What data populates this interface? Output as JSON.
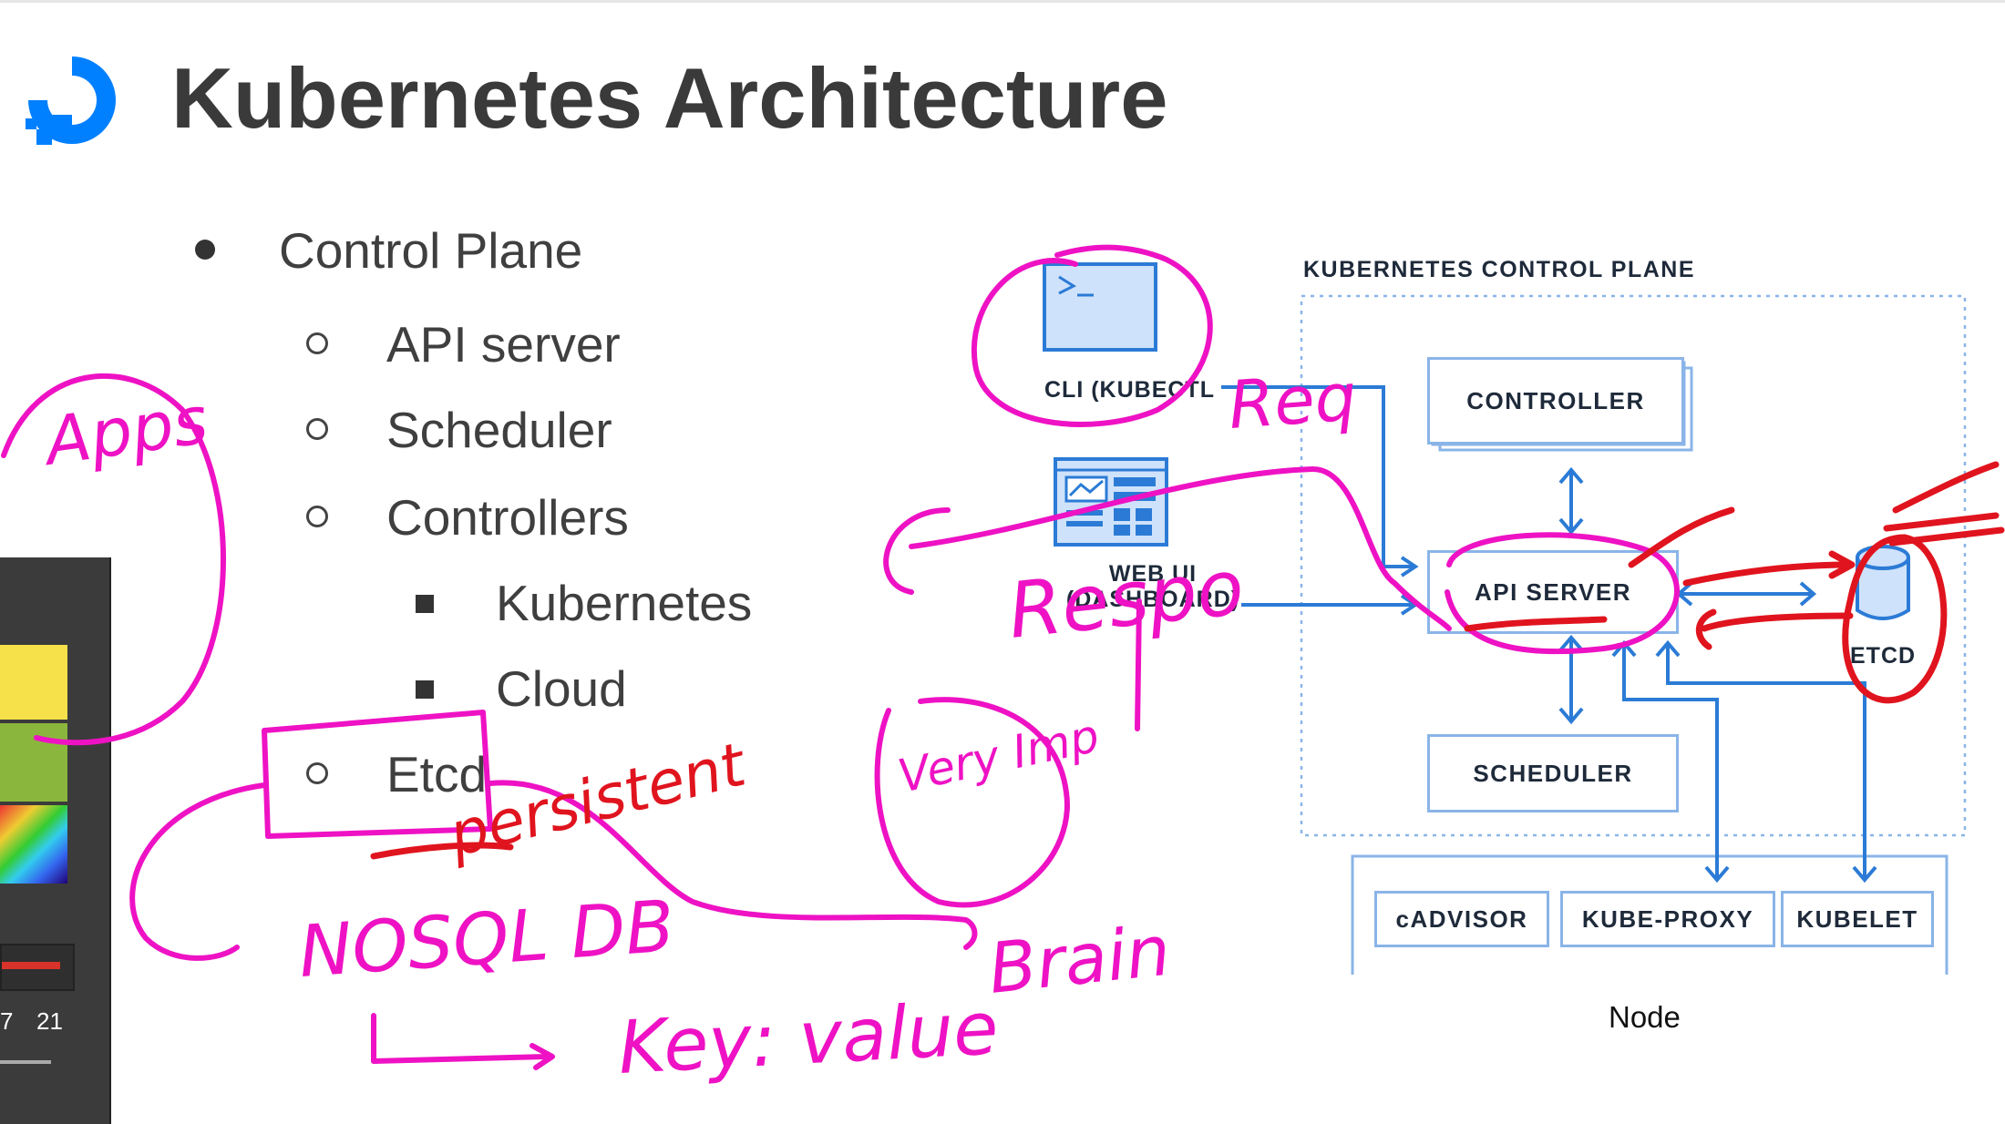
{
  "slide": {
    "title": "Kubernetes Architecture"
  },
  "outline": {
    "control_plane": "Control Plane",
    "api_server": "API server",
    "scheduler": "Scheduler",
    "controllers": "Controllers",
    "kubernetes": "Kubernetes",
    "cloud": "Cloud",
    "etcd": "Etcd"
  },
  "diagram": {
    "control_plane_label": "KUBERNETES CONTROL PLANE",
    "cli_label": "CLI (KUBECTL",
    "webui_label": "WEB UI (DASHBOARD)",
    "controller": "CONTROLLER",
    "api_server": "API SERVER",
    "scheduler": "SCHEDULER",
    "etcd": "ETCD",
    "cadvisor": "cADVISOR",
    "kube_proxy": "KUBE-PROXY",
    "kubelet": "KUBELET",
    "node_caption": "Node"
  },
  "annotations": {
    "apps": "Apps",
    "req": "Req",
    "respo": "Respo",
    "persistent": "persistent",
    "nosql_db": "NOSQL DB",
    "key_value": "Key: value",
    "brain": "Brain",
    "very_imp": "Very Imp"
  },
  "tool_panel": {
    "number_left": "7",
    "number_right": "21"
  },
  "colors": {
    "ink_magenta": "#ee12c4",
    "ink_red": "#e0141e",
    "diagram_blue": "#2b7bd6",
    "box_border": "#8ab4e8",
    "logo_blue": "#0080ff"
  }
}
